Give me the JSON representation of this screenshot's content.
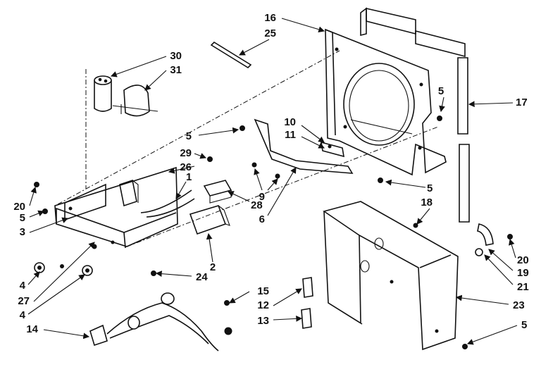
{
  "callouts": {
    "c16": "16",
    "c25": "25",
    "c30": "30",
    "c31": "31",
    "c17": "17",
    "c5_top": "5",
    "c10": "10",
    "c11": "11",
    "c5_mid": "5",
    "c29": "29",
    "c26": "26",
    "c1": "1",
    "c9": "9",
    "c28": "28",
    "c6": "6",
    "c5_right": "5",
    "c18": "18",
    "c20_left": "20",
    "c5_left": "5",
    "c3": "3",
    "c2": "2",
    "c20_right": "20",
    "c19": "19",
    "c21": "21",
    "c4_a": "4",
    "c27": "27",
    "c4_b": "4",
    "c24": "24",
    "c15": "15",
    "c12": "12",
    "c23": "23",
    "c13": "13",
    "c5_bottom": "5",
    "c14": "14"
  }
}
